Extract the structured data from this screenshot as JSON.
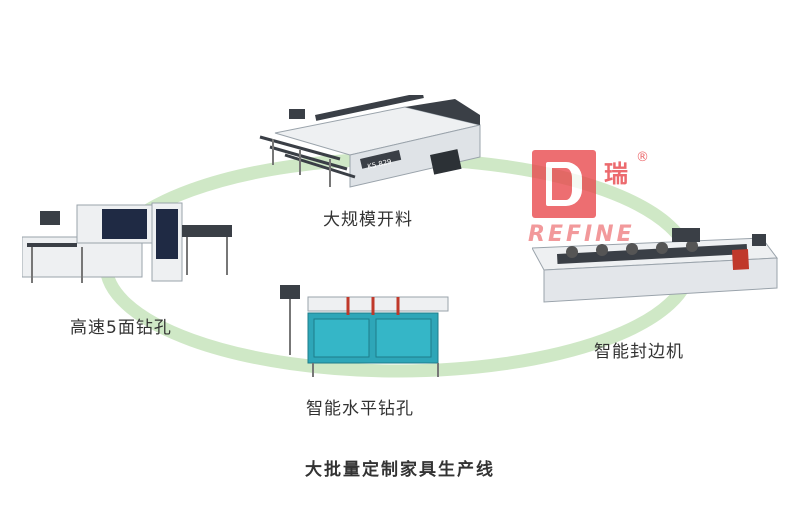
{
  "diagram": {
    "nodes": [
      {
        "id": "panel-saw",
        "label": "大规模开料"
      },
      {
        "id": "edge-bander",
        "label": "智能封边机"
      },
      {
        "id": "horizontal-drill",
        "label": "智能水平钻孔"
      },
      {
        "id": "five-face-drill",
        "label": "高速5面钻孔"
      }
    ],
    "caption": "大批量定制家具生产线"
  },
  "logo": {
    "zh": "瑞",
    "registered": "®",
    "en": "REFINE"
  },
  "colors": {
    "ring": "#cfe8c6",
    "logo_red": "#e8464a",
    "machine_teal": "#2ea6b8",
    "machine_white": "#eef0f2",
    "machine_dark": "#3a3f46"
  },
  "icons": [
    "panel-saw-machine",
    "edge-bander-machine",
    "horizontal-drill-machine",
    "five-face-drill-machine"
  ]
}
